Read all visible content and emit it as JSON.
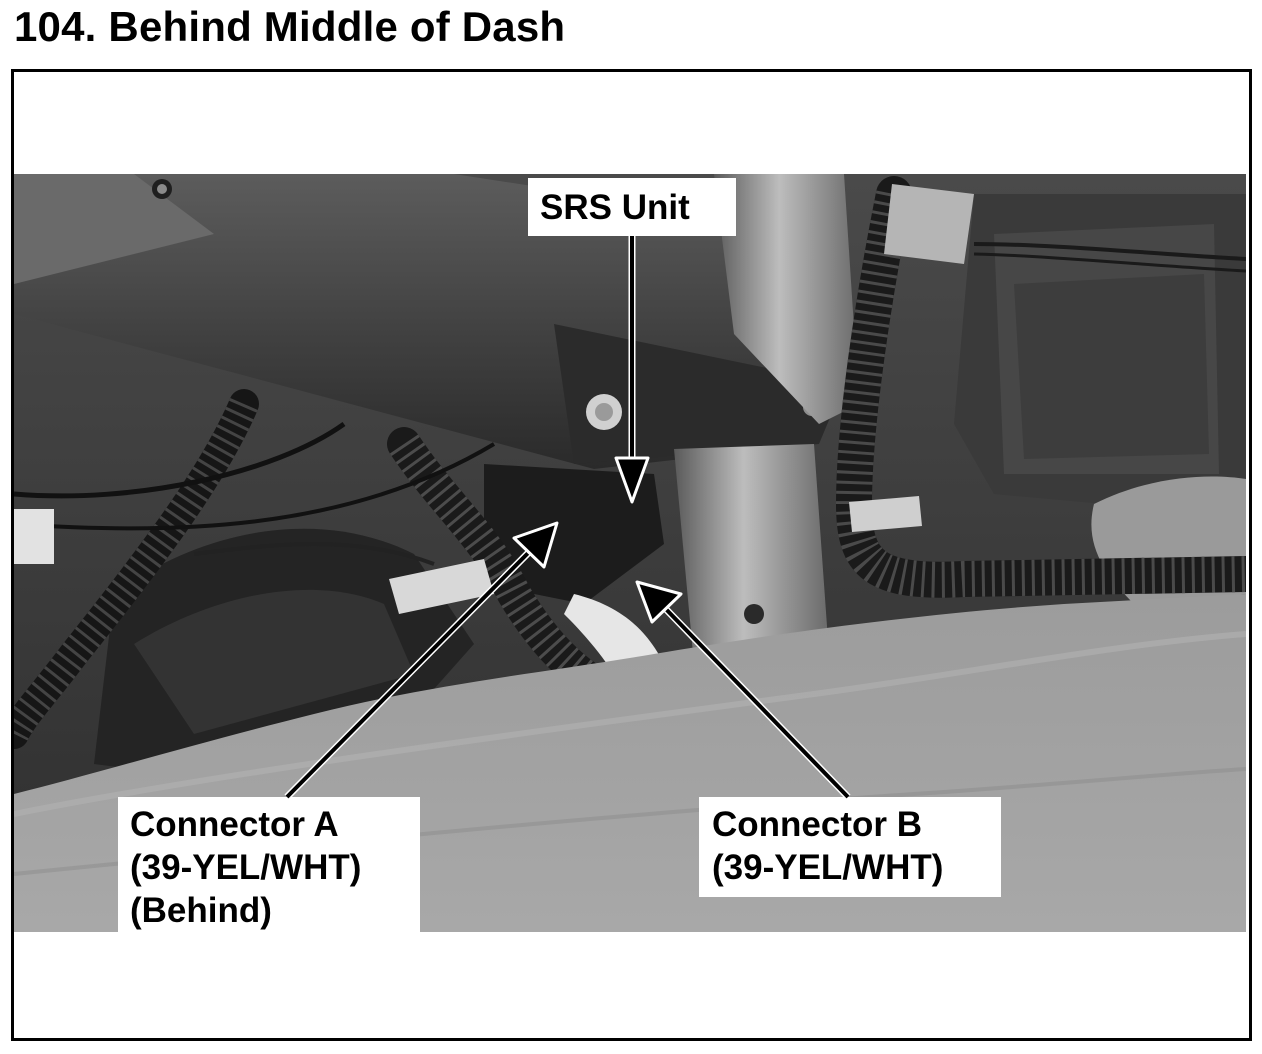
{
  "header": {
    "title": "104. Behind Middle of Dash"
  },
  "callouts": {
    "srs_unit": {
      "lines": [
        "SRS Unit"
      ]
    },
    "connector_a": {
      "lines": [
        "Connector A",
        "(39-YEL/WHT)",
        "(Behind)"
      ]
    },
    "connector_b": {
      "lines": [
        "Connector B",
        "(39-YEL/WHT)"
      ]
    }
  },
  "colors": {
    "background": "#ffffff",
    "text": "#000000",
    "frame": "#000000",
    "arrow_fill": "#000000",
    "arrow_outline": "#ffffff"
  }
}
